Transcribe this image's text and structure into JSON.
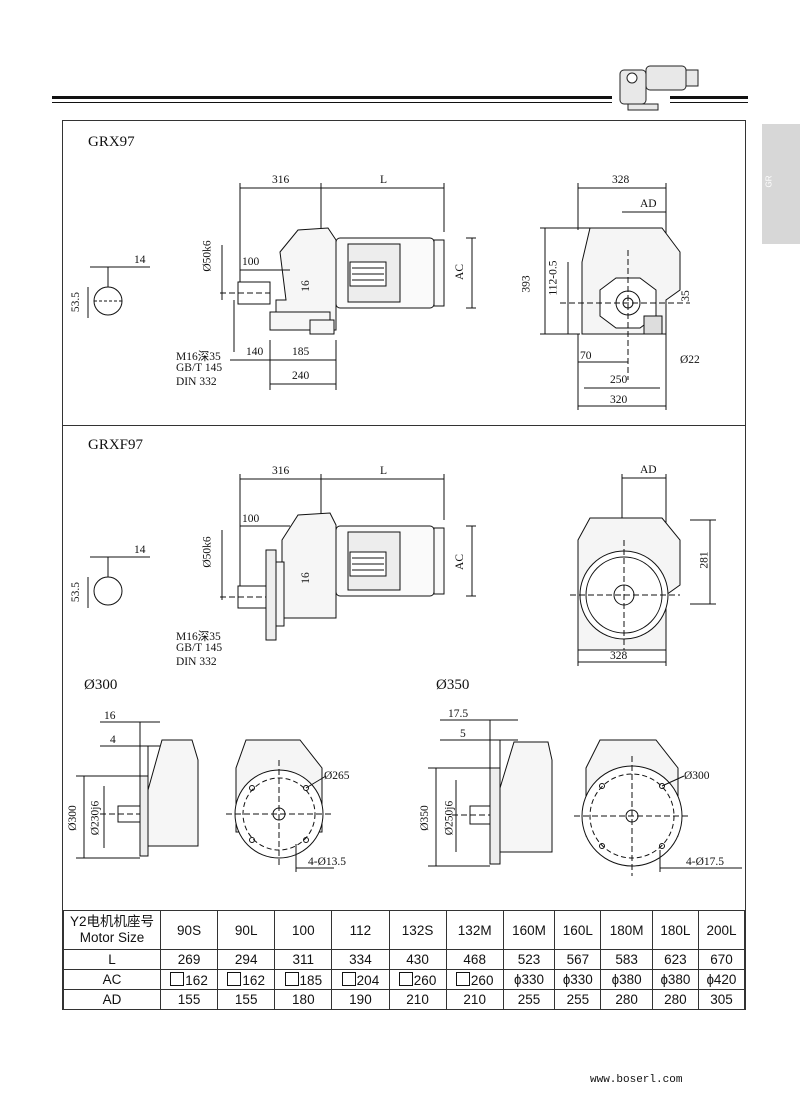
{
  "header": {
    "thumbnail": "gear-motor-thumbnail",
    "tab_label": "GR"
  },
  "section1": {
    "title": "GRX97",
    "shaft_key_width": "14",
    "shaft_key_height": "53.5",
    "dim_316": "316",
    "dim_L": "L",
    "dim_100": "100",
    "shaft_dia": "Ø50k6",
    "dim_16": "16",
    "dim_AC": "AC",
    "dim_140": "140",
    "dim_185": "185",
    "dim_240": "240",
    "thread_line1": "M16深35",
    "thread_line2": "GB/T 145",
    "thread_line3": "DIN 332",
    "dim_328": "328",
    "dim_AD": "AD",
    "dim_393": "393",
    "dim_112": "112-0.5",
    "dim_35": "35",
    "dim_70": "70",
    "dim_22": "Ø22",
    "dim_250": "250",
    "dim_320": "320"
  },
  "section2": {
    "title": "GRXF97",
    "shaft_key_width": "14",
    "shaft_key_height": "53.5",
    "dim_316": "316",
    "dim_L": "L",
    "dim_100": "100",
    "shaft_dia": "Ø50k6",
    "dim_16": "16",
    "dim_AC": "AC",
    "thread_line1": "M16深35",
    "thread_line2": "GB/T 145",
    "thread_line3": "DIN 332",
    "dim_AD": "AD",
    "dim_281": "281",
    "dim_328": "328"
  },
  "flange300": {
    "title": "Ø300",
    "dim_16": "16",
    "dim_4": "4",
    "outer": "Ø300",
    "pilot": "Ø230j6",
    "pcd": "Ø265",
    "holes": "4-Ø13.5"
  },
  "flange350": {
    "title": "Ø350",
    "dim_175": "17.5",
    "dim_5": "5",
    "outer": "Ø350",
    "pilot": "Ø250j6",
    "pcd": "Ø300",
    "holes": "4-Ø17.5"
  },
  "table": {
    "header_line1": "Y2电机机座号",
    "header_line2": "Motor Size",
    "sizes": [
      "90S",
      "90L",
      "100",
      "112",
      "132S",
      "132M",
      "160M",
      "160L",
      "180M",
      "180L",
      "200L"
    ],
    "rows": [
      {
        "label": "L",
        "values": [
          "269",
          "294",
          "311",
          "334",
          "430",
          "468",
          "523",
          "567",
          "583",
          "623",
          "670"
        ]
      },
      {
        "label": "AC",
        "values": [
          "162",
          "162",
          "185",
          "204",
          "260",
          "260",
          "ɸ330",
          "ɸ330",
          "ɸ380",
          "ɸ380",
          "ɸ420"
        ],
        "square_prefix": [
          true,
          true,
          true,
          true,
          true,
          true,
          false,
          false,
          false,
          false,
          false
        ]
      },
      {
        "label": "AD",
        "values": [
          "155",
          "155",
          "180",
          "190",
          "210",
          "210",
          "255",
          "255",
          "280",
          "280",
          "305"
        ]
      }
    ]
  },
  "footer": {
    "url": "www.boserl.com"
  }
}
